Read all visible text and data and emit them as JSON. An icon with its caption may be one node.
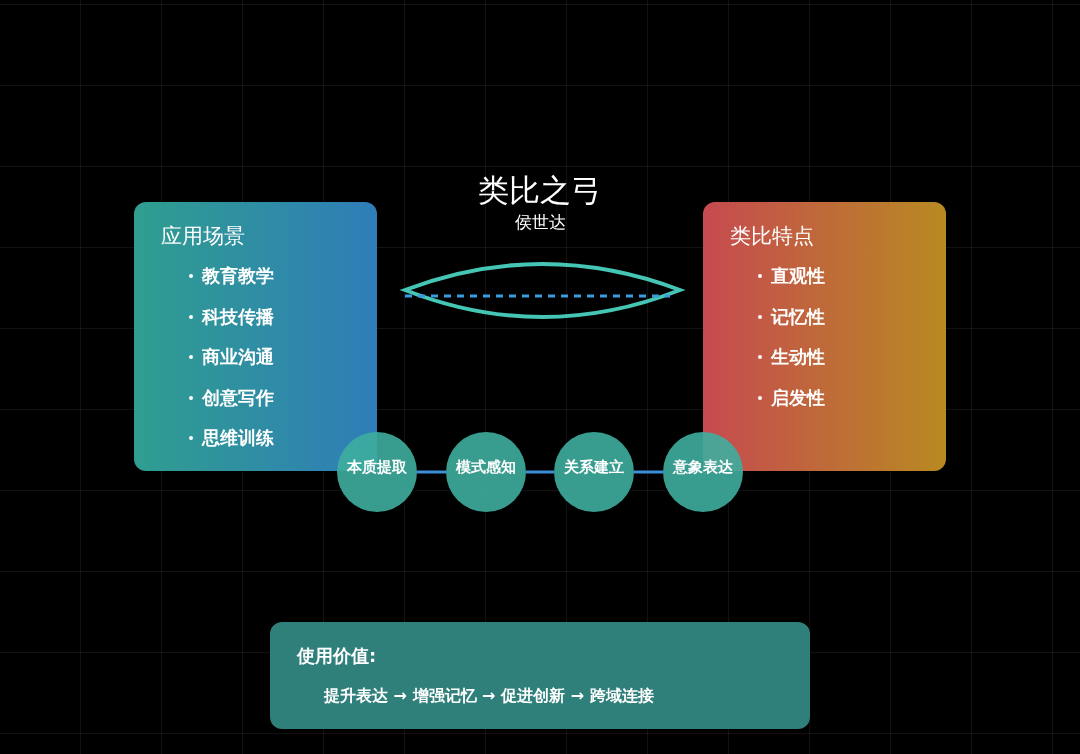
{
  "diagram": {
    "title": "类比之弓",
    "nodes": [
      {
        "text": [
          "应用场景",
          "教育教学",
          "科技传播",
          "商业沟通",
          "创意写作",
          "思维训练"
        ]
      },
      {
        "text": [
          "类比特点",
          "直观性",
          "记忆性",
          "生动性",
          "启发性"
        ]
      },
      {
        "text": [
          "本质提取"
        ]
      },
      {
        "text": [
          "模式感知"
        ]
      },
      {
        "text": [
          "关系建立"
        ]
      },
      {
        "text": [
          "意象表达"
        ]
      },
      {
        "text": [
          "使用价值:",
          "提升表达 → 增强记忆 → 促进创新 → 跨域连接"
        ]
      }
    ],
    "edges": [
      {
        "from": 2,
        "to": 3,
        "arrow": "none"
      },
      {
        "from": 3,
        "to": 4,
        "arrow": "none"
      },
      {
        "from": 4,
        "to": 5,
        "arrow": "none"
      }
    ],
    "labels": [
      "侯世达"
    ]
  }
}
